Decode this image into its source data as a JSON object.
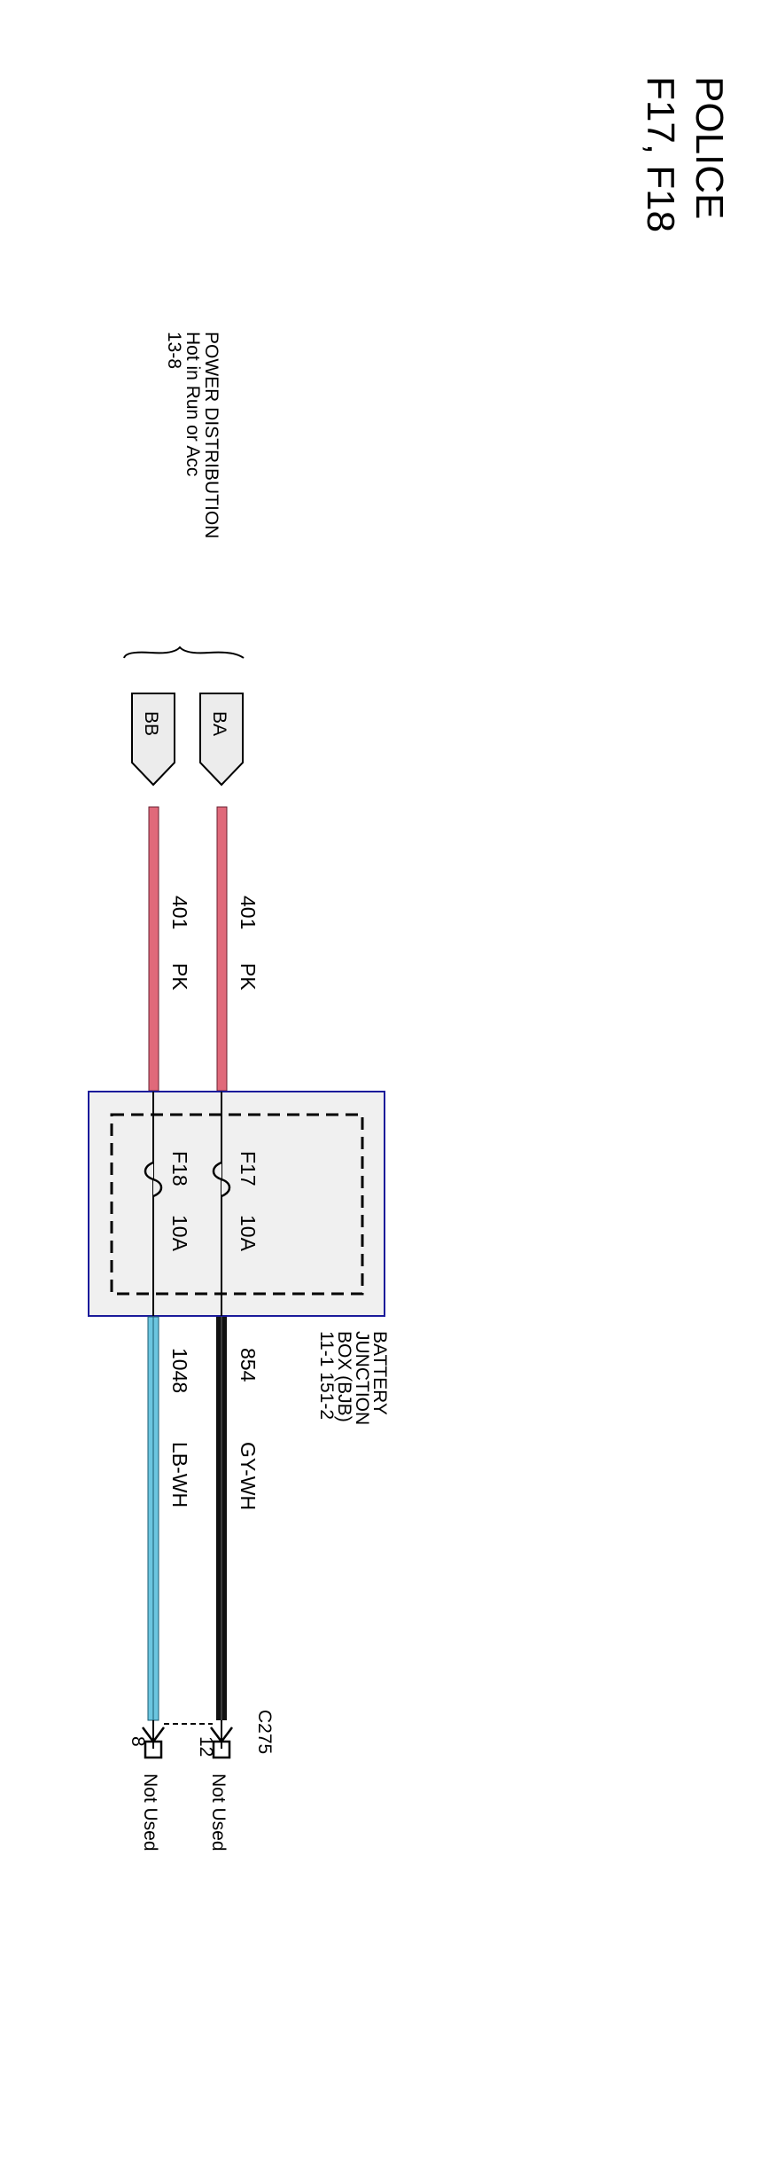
{
  "title": {
    "line1": "POLICE",
    "line2": "F17, F18"
  },
  "source": {
    "line1": "POWER DISTRIBUTION",
    "line2": "Hot in Run or Acc",
    "line3": "13-8"
  },
  "connectors": {
    "ba": "BA",
    "bb": "BB"
  },
  "input_wires": {
    "ba": {
      "circuit": "401",
      "color": "PK"
    },
    "bb": {
      "circuit": "401",
      "color": "PK"
    }
  },
  "fuses": {
    "f17": {
      "name": "F17",
      "rating": "10A"
    },
    "f18": {
      "name": "F18",
      "rating": "10A"
    }
  },
  "bjb": {
    "line1": "BATTERY",
    "line2": "JUNCTION",
    "line3": "BOX (BJB)",
    "line4": "11-1   151-2"
  },
  "output_wires": {
    "w854": {
      "circuit": "854",
      "color": "GY-WH"
    },
    "w1048": {
      "circuit": "1048",
      "color": "LB-WH"
    }
  },
  "terminal": {
    "connector": "C275",
    "pin_top": "12",
    "pin_bottom": "8",
    "status_top": "Not Used",
    "status_bottom": "Not Used"
  },
  "colors": {
    "pink": "#e0697a",
    "gray_white": "#111111",
    "light_blue": "#6cc6e0",
    "box_border": "#1a1a9a",
    "box_fill": "#f0f0f0"
  }
}
